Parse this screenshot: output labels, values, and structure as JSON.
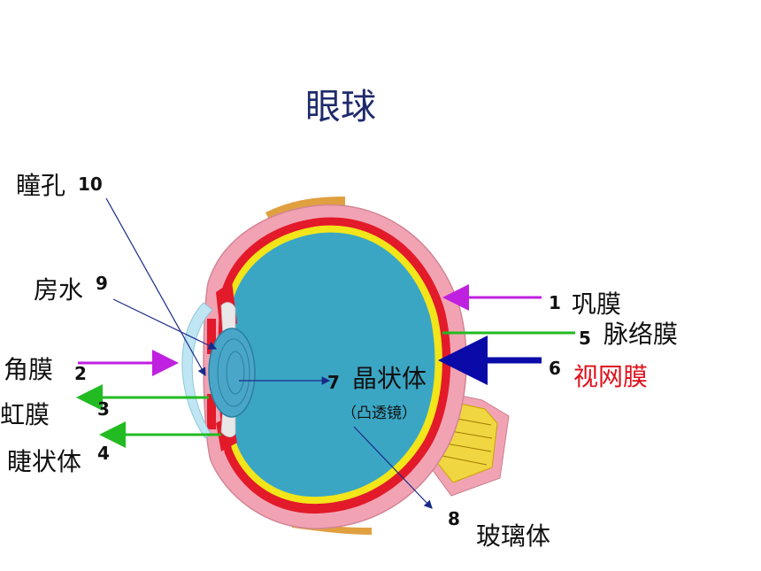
{
  "title": "眼球",
  "labels": {
    "pupil": {
      "num": "10",
      "name": "瞳孔"
    },
    "aqueous": {
      "num": "9",
      "name": "房水"
    },
    "cornea": {
      "num": "2",
      "name": "角膜"
    },
    "iris": {
      "num": "3",
      "name": "虹膜"
    },
    "ciliary": {
      "num": "4",
      "name": "睫状体"
    },
    "sclera": {
      "num": "1",
      "name": "巩膜"
    },
    "choroid": {
      "num": "5",
      "name": "脉络膜"
    },
    "retina": {
      "num": "6",
      "name": "视网膜"
    },
    "lens": {
      "num": "7",
      "name": "晶状体",
      "note": "（凸透镜）"
    },
    "vitreous": {
      "num": "8",
      "name": "玻璃体"
    }
  },
  "colors": {
    "title": "#1f2a6b",
    "retina_label": "#e0101a",
    "arrow_purple": "#c020e0",
    "arrow_green": "#22bb22",
    "arrow_blue": "#0a0aa8",
    "eyeball": "#3aa6c4",
    "sclera": "#f2a3b3",
    "choroid": "#e21a2a",
    "retina": "#f2e51a"
  }
}
